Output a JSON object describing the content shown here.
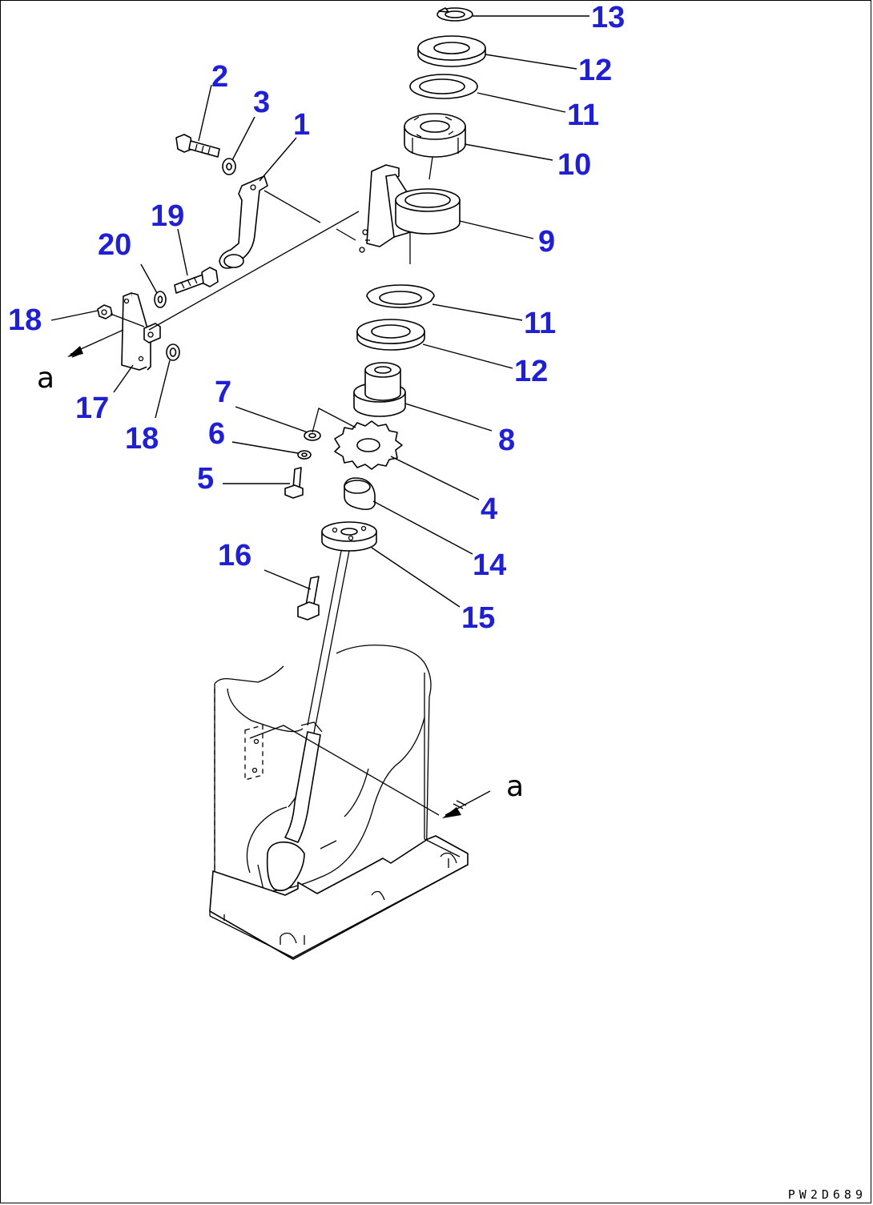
{
  "drawing_code": "PW2D689",
  "view_letter": "a",
  "colors": {
    "callout": "#1f1fd6",
    "lines": "#000000",
    "background": "#ffffff"
  },
  "callouts": {
    "p1": "1",
    "p2": "2",
    "p3": "3",
    "p4": "4",
    "p5": "5",
    "p6": "6",
    "p7": "7",
    "p8": "8",
    "p9": "9",
    "p10": "10",
    "p11a": "11",
    "p11b": "11",
    "p12a": "12",
    "p12b": "12",
    "p13": "13",
    "p14": "14",
    "p15": "15",
    "p16": "16",
    "p17": "17",
    "p18a": "18",
    "p18b": "18",
    "p19": "19",
    "p20": "20"
  }
}
